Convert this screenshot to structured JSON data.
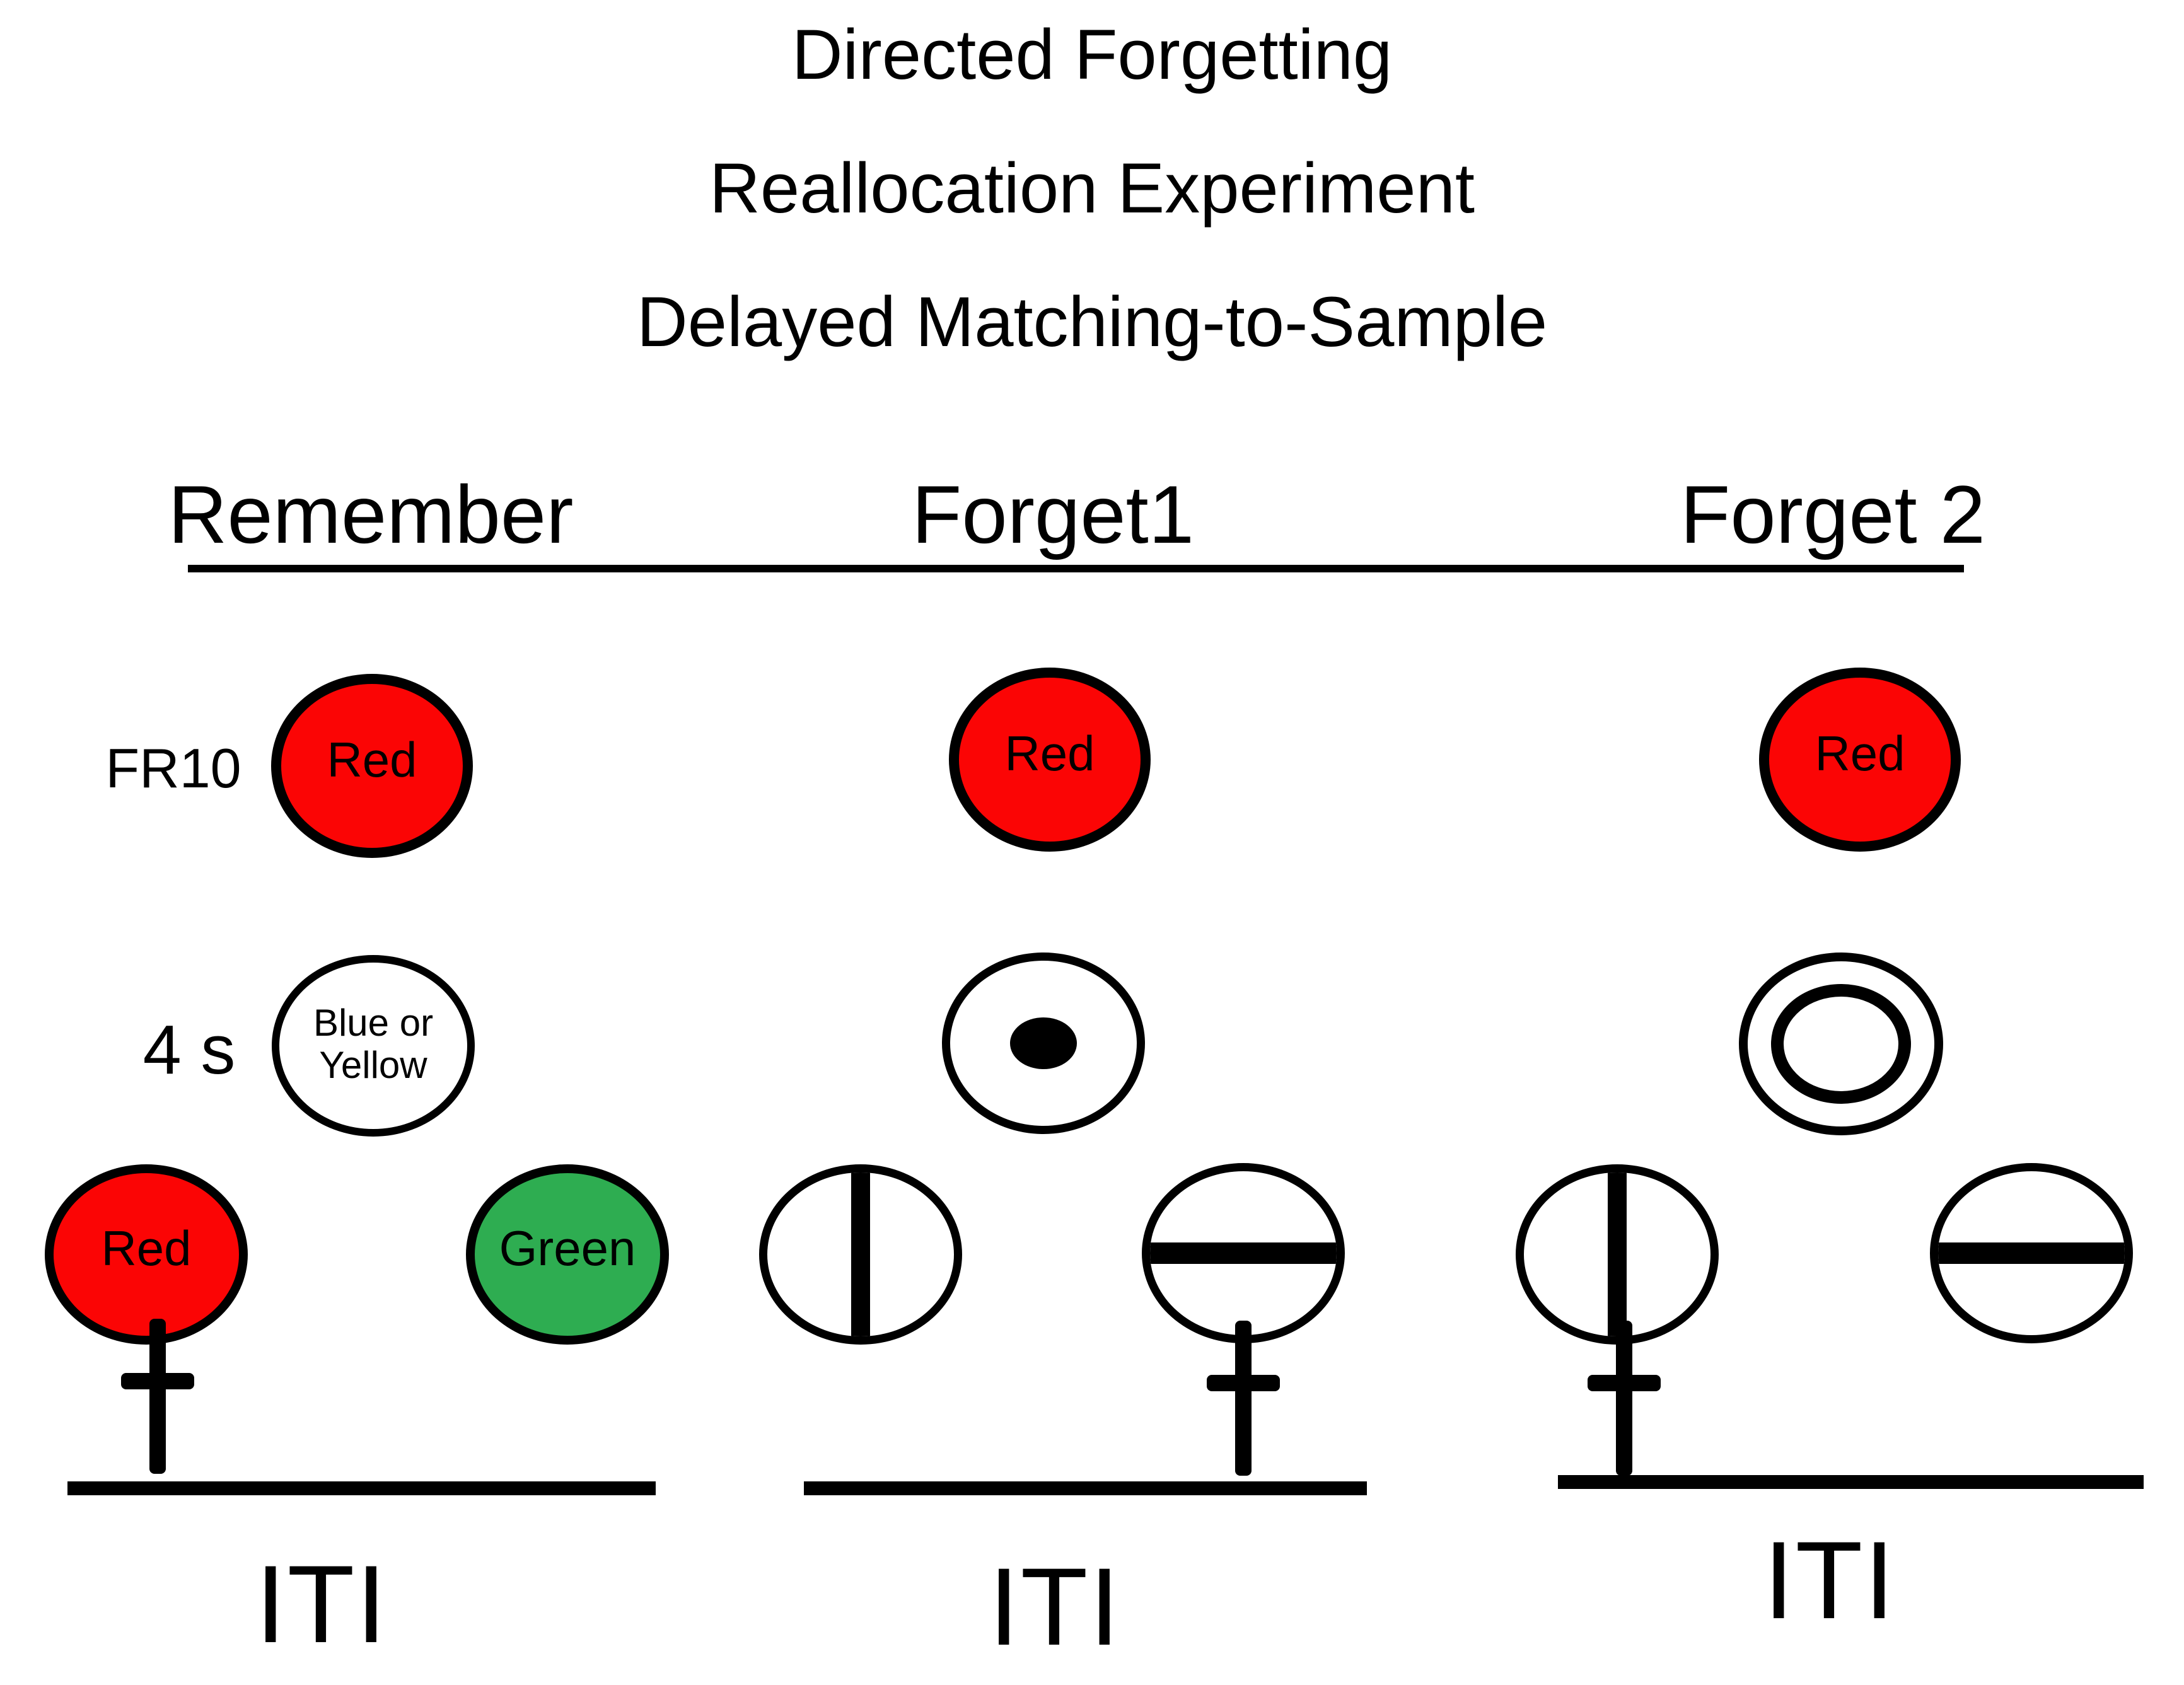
{
  "figure": {
    "titles": {
      "line1": "Directed Forgetting",
      "line2": "Reallocation Experiment",
      "line3": "Delayed Matching-to-Sample"
    },
    "row_labels": {
      "fixed_ratio": "FR10",
      "delay": "4 s"
    },
    "columns": [
      {
        "header": "Remember",
        "sample": {
          "label": "Red"
        },
        "delay": {
          "line1": "Blue or",
          "line2": "Yellow"
        },
        "choices": [
          {
            "label": "Red"
          },
          {
            "label": "Green"
          }
        ],
        "iti": "ITI"
      },
      {
        "header": "Forget1",
        "sample": {
          "label": "Red"
        },
        "delay_symbol": "filled-dot",
        "choices": [
          {
            "symbol": "vertical-bar"
          },
          {
            "symbol": "horizontal-bar"
          }
        ],
        "iti": "ITI"
      },
      {
        "header": "Forget 2",
        "sample": {
          "label": "Red"
        },
        "delay_symbol": "concentric-rings",
        "choices": [
          {
            "symbol": "vertical-bar"
          },
          {
            "symbol": "horizontal-bar"
          }
        ],
        "iti": "ITI"
      }
    ],
    "colors": {
      "stimulus_red": "#FB0505",
      "stimulus_green": "#2EAD51",
      "outline_black": "#000000"
    }
  }
}
